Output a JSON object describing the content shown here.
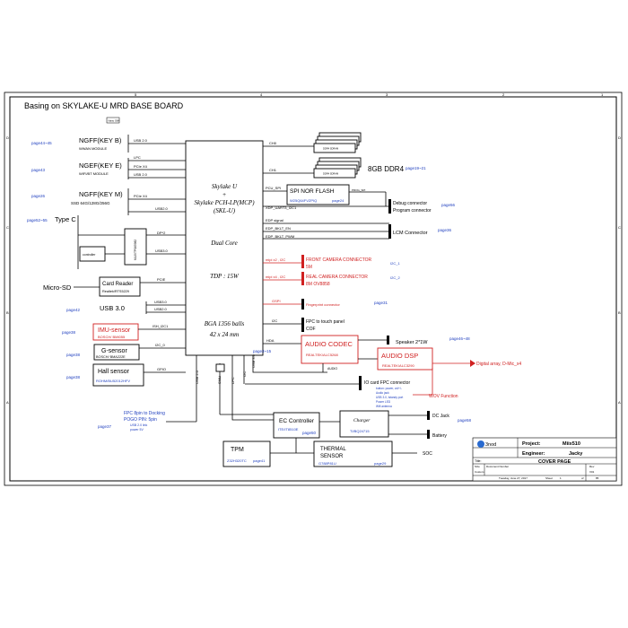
{
  "title": "Basing on SKYLAKE-U MRD BASE BOARD",
  "cpu": {
    "line1": "Skylake U",
    "line2": "+",
    "line3": "Skylake PCH-LP(MCP)",
    "line4": "(SKL-U)",
    "core": "Dual Core",
    "tdp": "TDP : 15W",
    "bga1": "BGA 1356 balls",
    "bga2": "42 x 24 mm"
  },
  "left_blocks": {
    "ngff_b": {
      "title": "NGFF(KEY B)",
      "sub": "WWAN MODULE",
      "page": "page44~45",
      "bus": "USB 2.0"
    },
    "ngff_e": {
      "title": "NGEF(KEY E)",
      "sub": "WIFI/BT MODULE",
      "page": "page43",
      "bus1": "LPC",
      "bus2": "PCIe X4",
      "bus3": "USB 2.0"
    },
    "ngff_m": {
      "title": "NGFF(KEY M)",
      "sub": "SSD  64G/128G/256G",
      "page": "page26",
      "bus1": "PCIe X4",
      "bus2": "USB2.0"
    },
    "typec": {
      "title": "Type C",
      "page": "page52~55",
      "controller": "controller",
      "mux": "MUX/TPS65982",
      "dp": "DP*2",
      "usb": "USB3.0"
    },
    "microsd": {
      "title": "Micro-SD",
      "reader": "Card Reader",
      "reader_sub": "Realtek/RTS5229",
      "bus": "PCIE"
    },
    "usb3": {
      "title": "USB 3.0",
      "page": "page42",
      "bus1": "USB3.0",
      "bus2": "USB2.0"
    },
    "imu": {
      "title": "IMU-sensor",
      "sub": "BOSCH/ BMI055",
      "page": "page38",
      "bus": "ISH_I2C1"
    },
    "gsensor": {
      "title": "G-sensor",
      "sub": "BOSCH/ BMA222E",
      "page": "page38",
      "bus": "I2C_0"
    },
    "hall": {
      "title": "Hall sensor",
      "sub": "ROHM/BU52012HFV",
      "page": "page38",
      "bus": "GPIO"
    }
  },
  "memory": {
    "label": "8GB DDR4",
    "page": "page19~21",
    "ch0": "CH0",
    "ch1": "CH1",
    "chip": "DDR4 SDRAM"
  },
  "right_blocks": {
    "spi": {
      "title": "SPI NOR FLASH",
      "sub": "W25Q64FVZPIQ",
      "page": "page24",
      "bus": "PCU_SPI",
      "misc": "PROG_SPI"
    },
    "debug": {
      "line1": "Debug connector",
      "line2": "Program connector",
      "page": "page56",
      "bus": "XDP_UART3_I2C1"
    },
    "lcm": {
      "title": "LCM Connector",
      "page": "page36",
      "bus1": "EDP signal",
      "bus2": "EDP_BKLT_EN",
      "bus3": "EDP_BKLT_PWM"
    },
    "front_cam": {
      "title": "FRONT CAMERA CONNECTOR",
      "sub": "5M",
      "bus": "mipi x2 , I2C",
      "i2c": "I2C_1"
    },
    "rear_cam": {
      "title": "REAL CAMERA CONNECTOR",
      "sub": "8M OV8858",
      "bus": "mipi x4 , I2C",
      "i2c": "I2C_2"
    },
    "fingerprint": {
      "title": "Fingerprint connector",
      "page": "page31",
      "bus": "GSPI"
    },
    "fpc_touch": {
      "line1": "FPC to touch panel",
      "line2": "COF",
      "bus": "I2C"
    },
    "audio_codec": {
      "title": "AUDIO CODEC",
      "sub": "REALTEK/ALC5268",
      "bus": "HDA",
      "audio": "AUDIO"
    },
    "speaker": {
      "label": "Speaker 2*1W",
      "page": "page46~48"
    },
    "audio_dsp": {
      "title": "AUDIO DSP",
      "sub": "REALTEK/ALC3290",
      "mic": "Digital array, D-Mic_x4"
    },
    "io_card": {
      "title": "IO card FPC connector",
      "items": [
        "button: power, vol+/-",
        "Audio jack",
        "USB 3.0, Istandy port",
        "Power LED",
        "Wifi antenna"
      ]
    },
    "wov": "WOV Function"
  },
  "ec": {
    "title": "EC Controller",
    "sub": "ITE/IT8510E",
    "page": "page50"
  },
  "charger": {
    "title": "Charger",
    "sub": "TI/BQ24715"
  },
  "dcjack": {
    "label": "DC Jack",
    "page": "page58"
  },
  "battery": {
    "label": "Battery"
  },
  "tpm": {
    "title": "TPM",
    "sub": "Z32H320TC",
    "page": "page41"
  },
  "thermal": {
    "title": "THERMAL",
    "title2": "SENSOR",
    "sub": "G788P81U",
    "page": "page29",
    "soc": "SOC"
  },
  "pogo": {
    "line1": "FPC 8pin to Docking",
    "line2": "POGO PIN: 5pin",
    "line3": "USB 2.0 link",
    "line4": "power 5V",
    "page": "page37"
  },
  "vertical_buses": {
    "usb20": "USB 2.0",
    "smb": "SMLi",
    "lpc": "LPC",
    "i2c": "I2C",
    "usb3": "USB 3.0",
    "page3": "page3~15"
  },
  "title_block": {
    "logo": "3nod",
    "project_label": "Project:",
    "project": "Miix510",
    "engineer_label": "Engineer:",
    "engineer": "Jacky",
    "title_label": "Title:",
    "title": "COVER PAGE",
    "size_label": "Size",
    "doc_label": "Document Number",
    "rev_label": "Rev",
    "custom": "Custom",
    "rev": "V01",
    "date": "Tuesday, June 27, 2017",
    "sheet": "Sheet",
    "sheet_num": "1",
    "of": "of",
    "total": "85"
  },
  "frame": {
    "top": [
      "5",
      "4",
      "3",
      "2",
      "1"
    ],
    "side": [
      "D",
      "C",
      "B",
      "A"
    ]
  }
}
